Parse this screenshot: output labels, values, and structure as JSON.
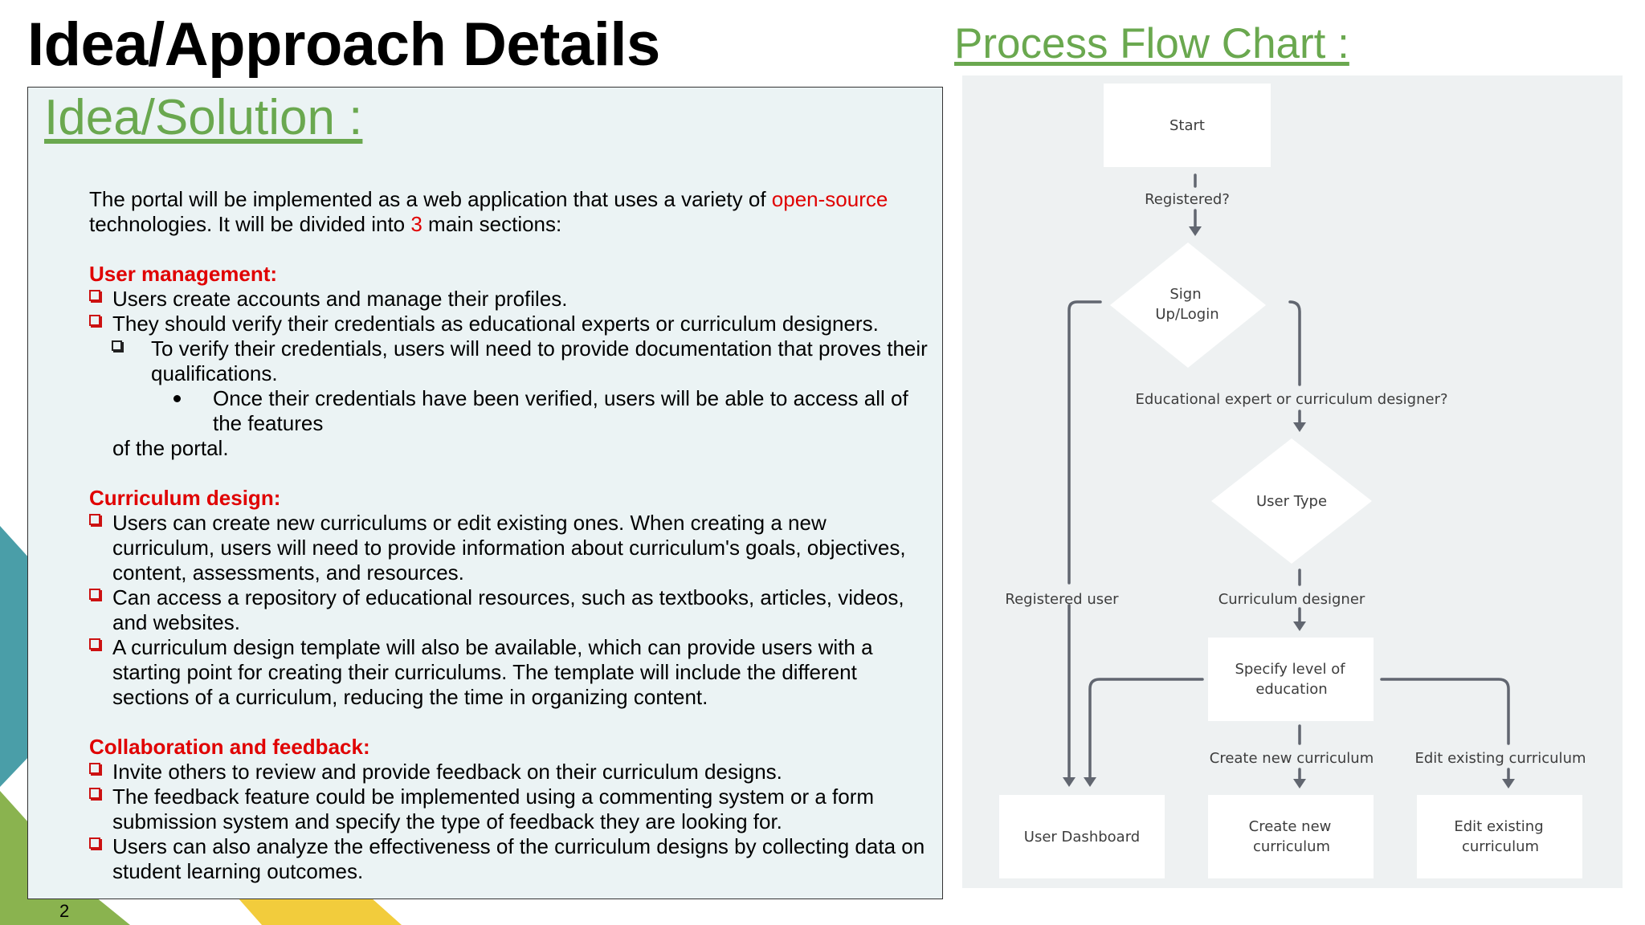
{
  "slide": {
    "title": "Idea/Approach Details",
    "page_number": "2"
  },
  "idea": {
    "heading": "Idea/Solution :",
    "intro_1": "The portal will be implemented as a web application that uses a variety of ",
    "intro_open_source": "open-source",
    "intro_2": "technologies. It will be divided into ",
    "intro_count": "3",
    "intro_3": " main sections:",
    "sections": [
      {
        "heading": "User management:",
        "bullets": [
          "Users create accounts and manage their profiles.",
          "They should verify their credentials as educational experts or curriculum designers."
        ],
        "sub_bullet": "To verify their credentials, users will need to provide documentation that proves their qualifications.",
        "sub_sub_bullet": "Once their credentials have been verified, users will be able to access all of the features",
        "continuation": "of the portal."
      },
      {
        "heading": "Curriculum design:",
        "bullets": [
          "Users can create new curriculums or edit existing ones. When creating a new curriculum, users will need to provide information about curriculum's goals, objectives, content, assessments, and resources.",
          "Can access a repository of educational resources, such as textbooks, articles, videos, and websites.",
          "A curriculum design template will also be available, which can provide users with a starting point for creating their curriculums. The template will include the different sections of a curriculum, reducing the time in organizing content."
        ]
      },
      {
        "heading": "Collaboration and feedback:",
        "bullets": [
          "Invite others to review and provide feedback on their curriculum designs.",
          "The feedback feature could be implemented using a commenting system or a form submission system and specify the type of feedback they are looking for.",
          "Users can also analyze the effectiveness of the curriculum designs by collecting data on student learning outcomes."
        ]
      }
    ]
  },
  "flow_chart": {
    "title": "Process Flow Chart :",
    "start": "Start",
    "registered_q": "Registered?",
    "sign_up_line1": "Sign",
    "sign_up_line2": "Up/Login",
    "expert_q": "Educational expert or curriculum designer?",
    "user_type": "User Type",
    "registered_user": "Registered user",
    "curriculum_designer": "Curriculum designer",
    "specify_line1": "Specify level of",
    "specify_line2": "education",
    "create_new_label": "Create new curriculum",
    "edit_existing_label": "Edit existing curriculum",
    "user_dashboard": "User Dashboard",
    "create_box_line1": "Create new",
    "create_box_line2": "curriculum",
    "edit_box_line1": "Edit existing",
    "edit_box_line2": "curriculum"
  },
  "colors": {
    "heading_green": "#6aa84f",
    "accent_red": "#e00000",
    "box_background": "#ebf3f4",
    "flow_background": "#eef1f2",
    "teal_decoration": "#4a9ea8",
    "green_decoration": "#8ab34f",
    "yellow_decoration": "#f2cc3c"
  }
}
